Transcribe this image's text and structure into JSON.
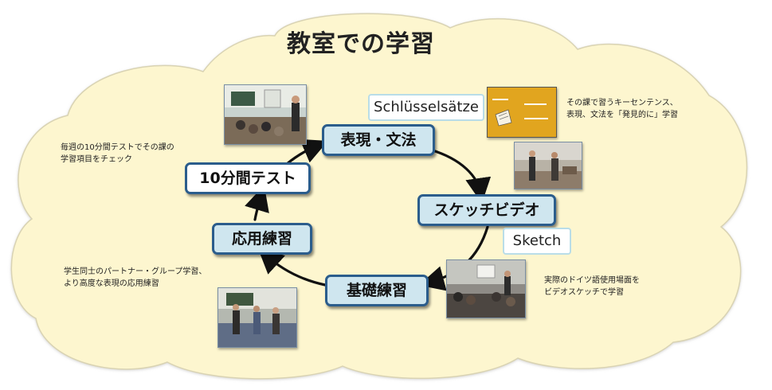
{
  "title": "教室での学習",
  "steps": {
    "expression": "表現・文法",
    "sketch_video": "スケッチビデオ",
    "basic_practice": "基礎練習",
    "applied_practice": "応用練習",
    "test": "10分間テスト"
  },
  "terms": {
    "schluesselsaetze": "Schlüsselsätze",
    "sketch": "Sketch"
  },
  "notes": {
    "top_right_1": "その課で習うキーセンテンス、",
    "top_right_2": "表現、文法を「発見的に」学習",
    "left_top_1": "毎週の10分間テストでその課の",
    "left_top_2": "学習項目をチェック",
    "left_bottom_1": "学生同士のパートナー・グループ学習、",
    "left_bottom_2": "より高度な表現の応用練習",
    "right_bottom_1": "実際のドイツ語使用場面を",
    "right_bottom_2": "ビデオスケッチで学習"
  },
  "colors": {
    "cloud_fill": "#fdf6cf",
    "cloud_stroke": "#d9d3b3",
    "step_fill": "#cfe6ef",
    "step_border": "#2b5d8c",
    "arrow": "#111111",
    "slide_fill": "#e1a51f"
  }
}
